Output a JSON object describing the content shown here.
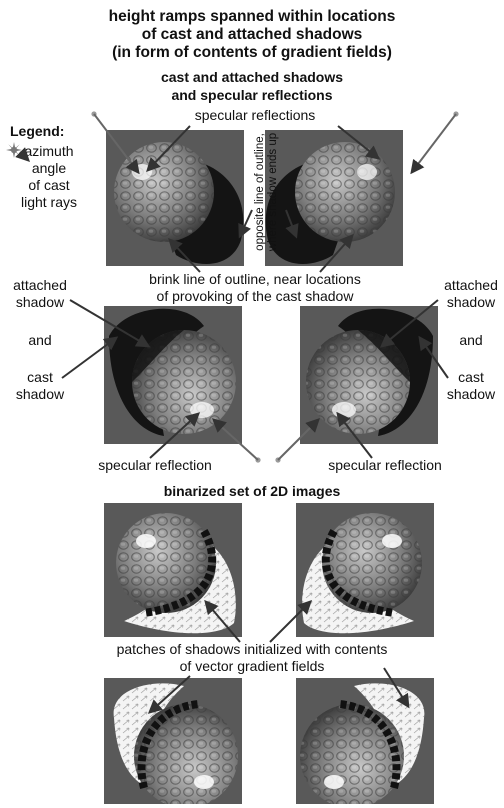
{
  "title": {
    "line1": "height ramps spanned within locations",
    "line2": "of cast and attached shadows",
    "line3": "(in form of contents of gradient fields)"
  },
  "section1": {
    "line1": "cast and attached shadows",
    "line2": "and specular reflections"
  },
  "labels": {
    "specular_reflections_top": "specular reflections",
    "opposite_line_1": "opposite line of outline,",
    "opposite_line_2": "where shadow ends up",
    "brink_line_1": "brink line of outline, near locations",
    "brink_line_2": "of provoking of the cast shadow",
    "attached_left": "attached",
    "shadow_left": "shadow",
    "and_left": "and",
    "cast_left": "cast",
    "shadow2_left": "shadow",
    "attached_right": "attached",
    "shadow_right": "shadow",
    "and_right": "and",
    "cast_right": "cast",
    "shadow2_right": "shadow",
    "specular_left": "specular reflection",
    "specular_right": "specular reflection",
    "binarized": "binarized set of 2D images",
    "patches_1": "patches of shadows initialized with contents",
    "patches_2": "of vector gradient fields"
  },
  "legend": {
    "title": "Legend:",
    "line1": "azimuth",
    "line2": "angle",
    "line3": "of cast",
    "line4": "light rays"
  },
  "colors": {
    "panel_bg": "#595959",
    "shadow": "#141414",
    "ball": "#7a7a7a",
    "white_patch": "#f4f4f4",
    "arrow": "#333333",
    "light_dot": "#9a9a9a"
  }
}
